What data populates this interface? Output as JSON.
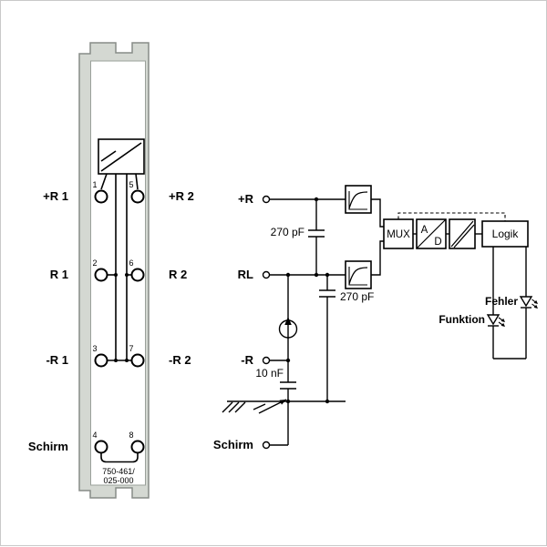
{
  "colors": {
    "module_body": "#d4d8d2",
    "module_border": "#878c87",
    "line": "#000000",
    "background": "#ffffff"
  },
  "module": {
    "part_number_line1": "750-461/",
    "part_number_line2": "025-000",
    "terminal_numbers": [
      "1",
      "2",
      "3",
      "4",
      "5",
      "6",
      "7",
      "8"
    ],
    "left_labels": [
      "+R 1",
      "R 1",
      "-R 1",
      "Schirm"
    ],
    "right_labels": [
      "+R 2",
      "R 2",
      "-R 2"
    ]
  },
  "schematic": {
    "port_labels": [
      "+R",
      "RL",
      "-R",
      "Schirm"
    ],
    "cap1": "270 pF",
    "cap2": "270 pF",
    "cap3": "10 nF",
    "mux_label": "MUX",
    "ad_labels": [
      "A",
      "D"
    ],
    "logic_label": "Logik",
    "led_labels": [
      "Funktion",
      "Fehler"
    ]
  }
}
